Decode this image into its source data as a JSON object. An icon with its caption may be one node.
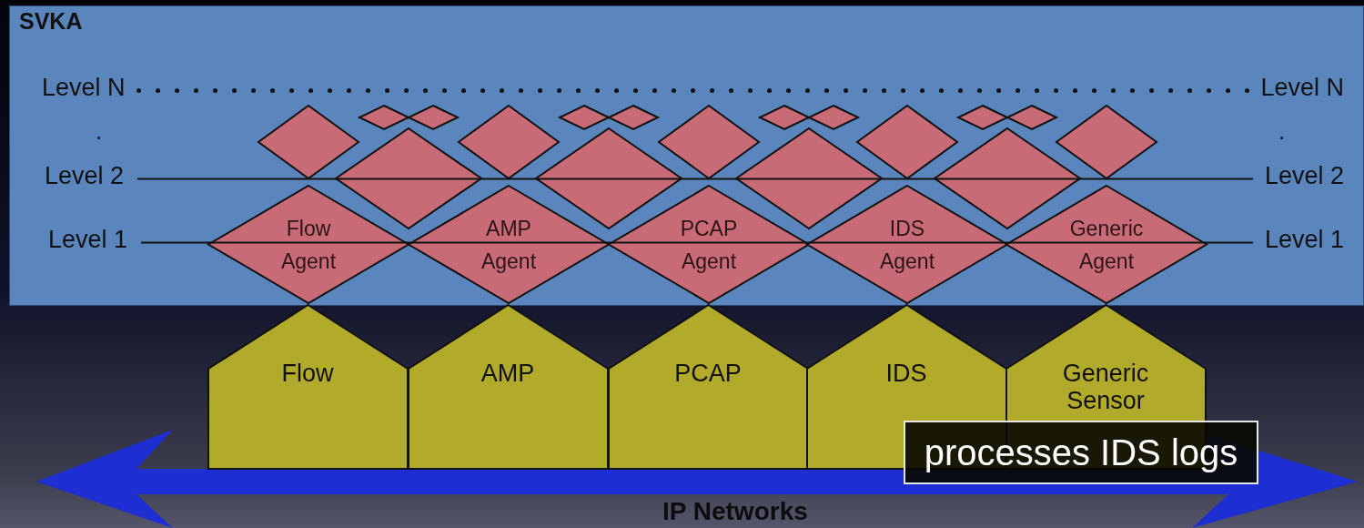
{
  "diagram": {
    "nodes": [
      {
        "text": [
          "SVKA"
        ]
      },
      {
        "text": [],
        "shape": "diamond",
        "in": 0
      },
      {
        "text": [],
        "shape": "diamond",
        "in": 0
      },
      {
        "text": [],
        "shape": "diamond",
        "in": 0
      },
      {
        "text": [],
        "shape": "diamond",
        "in": 0
      },
      {
        "text": [],
        "shape": "diamond",
        "in": 0
      },
      {
        "text": [],
        "shape": "diamond",
        "in": 0
      },
      {
        "text": [],
        "shape": "diamond",
        "in": 0
      },
      {
        "text": [],
        "shape": "diamond",
        "in": 0
      },
      {
        "text": [],
        "shape": "diamond",
        "in": 0
      },
      {
        "text": [],
        "shape": "diamond",
        "in": 0
      },
      {
        "text": [],
        "shape": "diamond",
        "in": 0
      },
      {
        "text": [],
        "shape": "diamond",
        "in": 0
      },
      {
        "text": [],
        "shape": "diamond",
        "in": 0
      },
      {
        "text": [],
        "shape": "diamond",
        "in": 0
      },
      {
        "text": [],
        "shape": "diamond",
        "in": 0
      },
      {
        "text": [],
        "shape": "diamond",
        "in": 0
      },
      {
        "text": [],
        "shape": "diamond",
        "in": 0
      },
      {
        "text": [
          "Flow Agent"
        ],
        "in": 0
      },
      {
        "text": [
          "AMP Agent"
        ],
        "in": 0
      },
      {
        "text": [
          "PCAP Agent"
        ],
        "in": 0
      },
      {
        "text": [
          "IDS Agent"
        ],
        "in": 0
      },
      {
        "text": [
          "Generic Agent"
        ],
        "in": 0
      },
      {
        "text": [
          "Flow"
        ]
      },
      {
        "text": [
          "AMP"
        ]
      },
      {
        "text": [
          "PCAP"
        ]
      },
      {
        "text": [
          "IDS"
        ]
      },
      {
        "text": [
          "Generic Sensor"
        ]
      },
      {
        "text": [
          "processes IDS logs"
        ]
      }
    ],
    "labels": [
      "Level N",
      "Level N",
      ".",
      ".",
      "Level 2",
      "Level 2",
      "Level 1",
      "Level 1",
      "IP Networks"
    ]
  }
}
